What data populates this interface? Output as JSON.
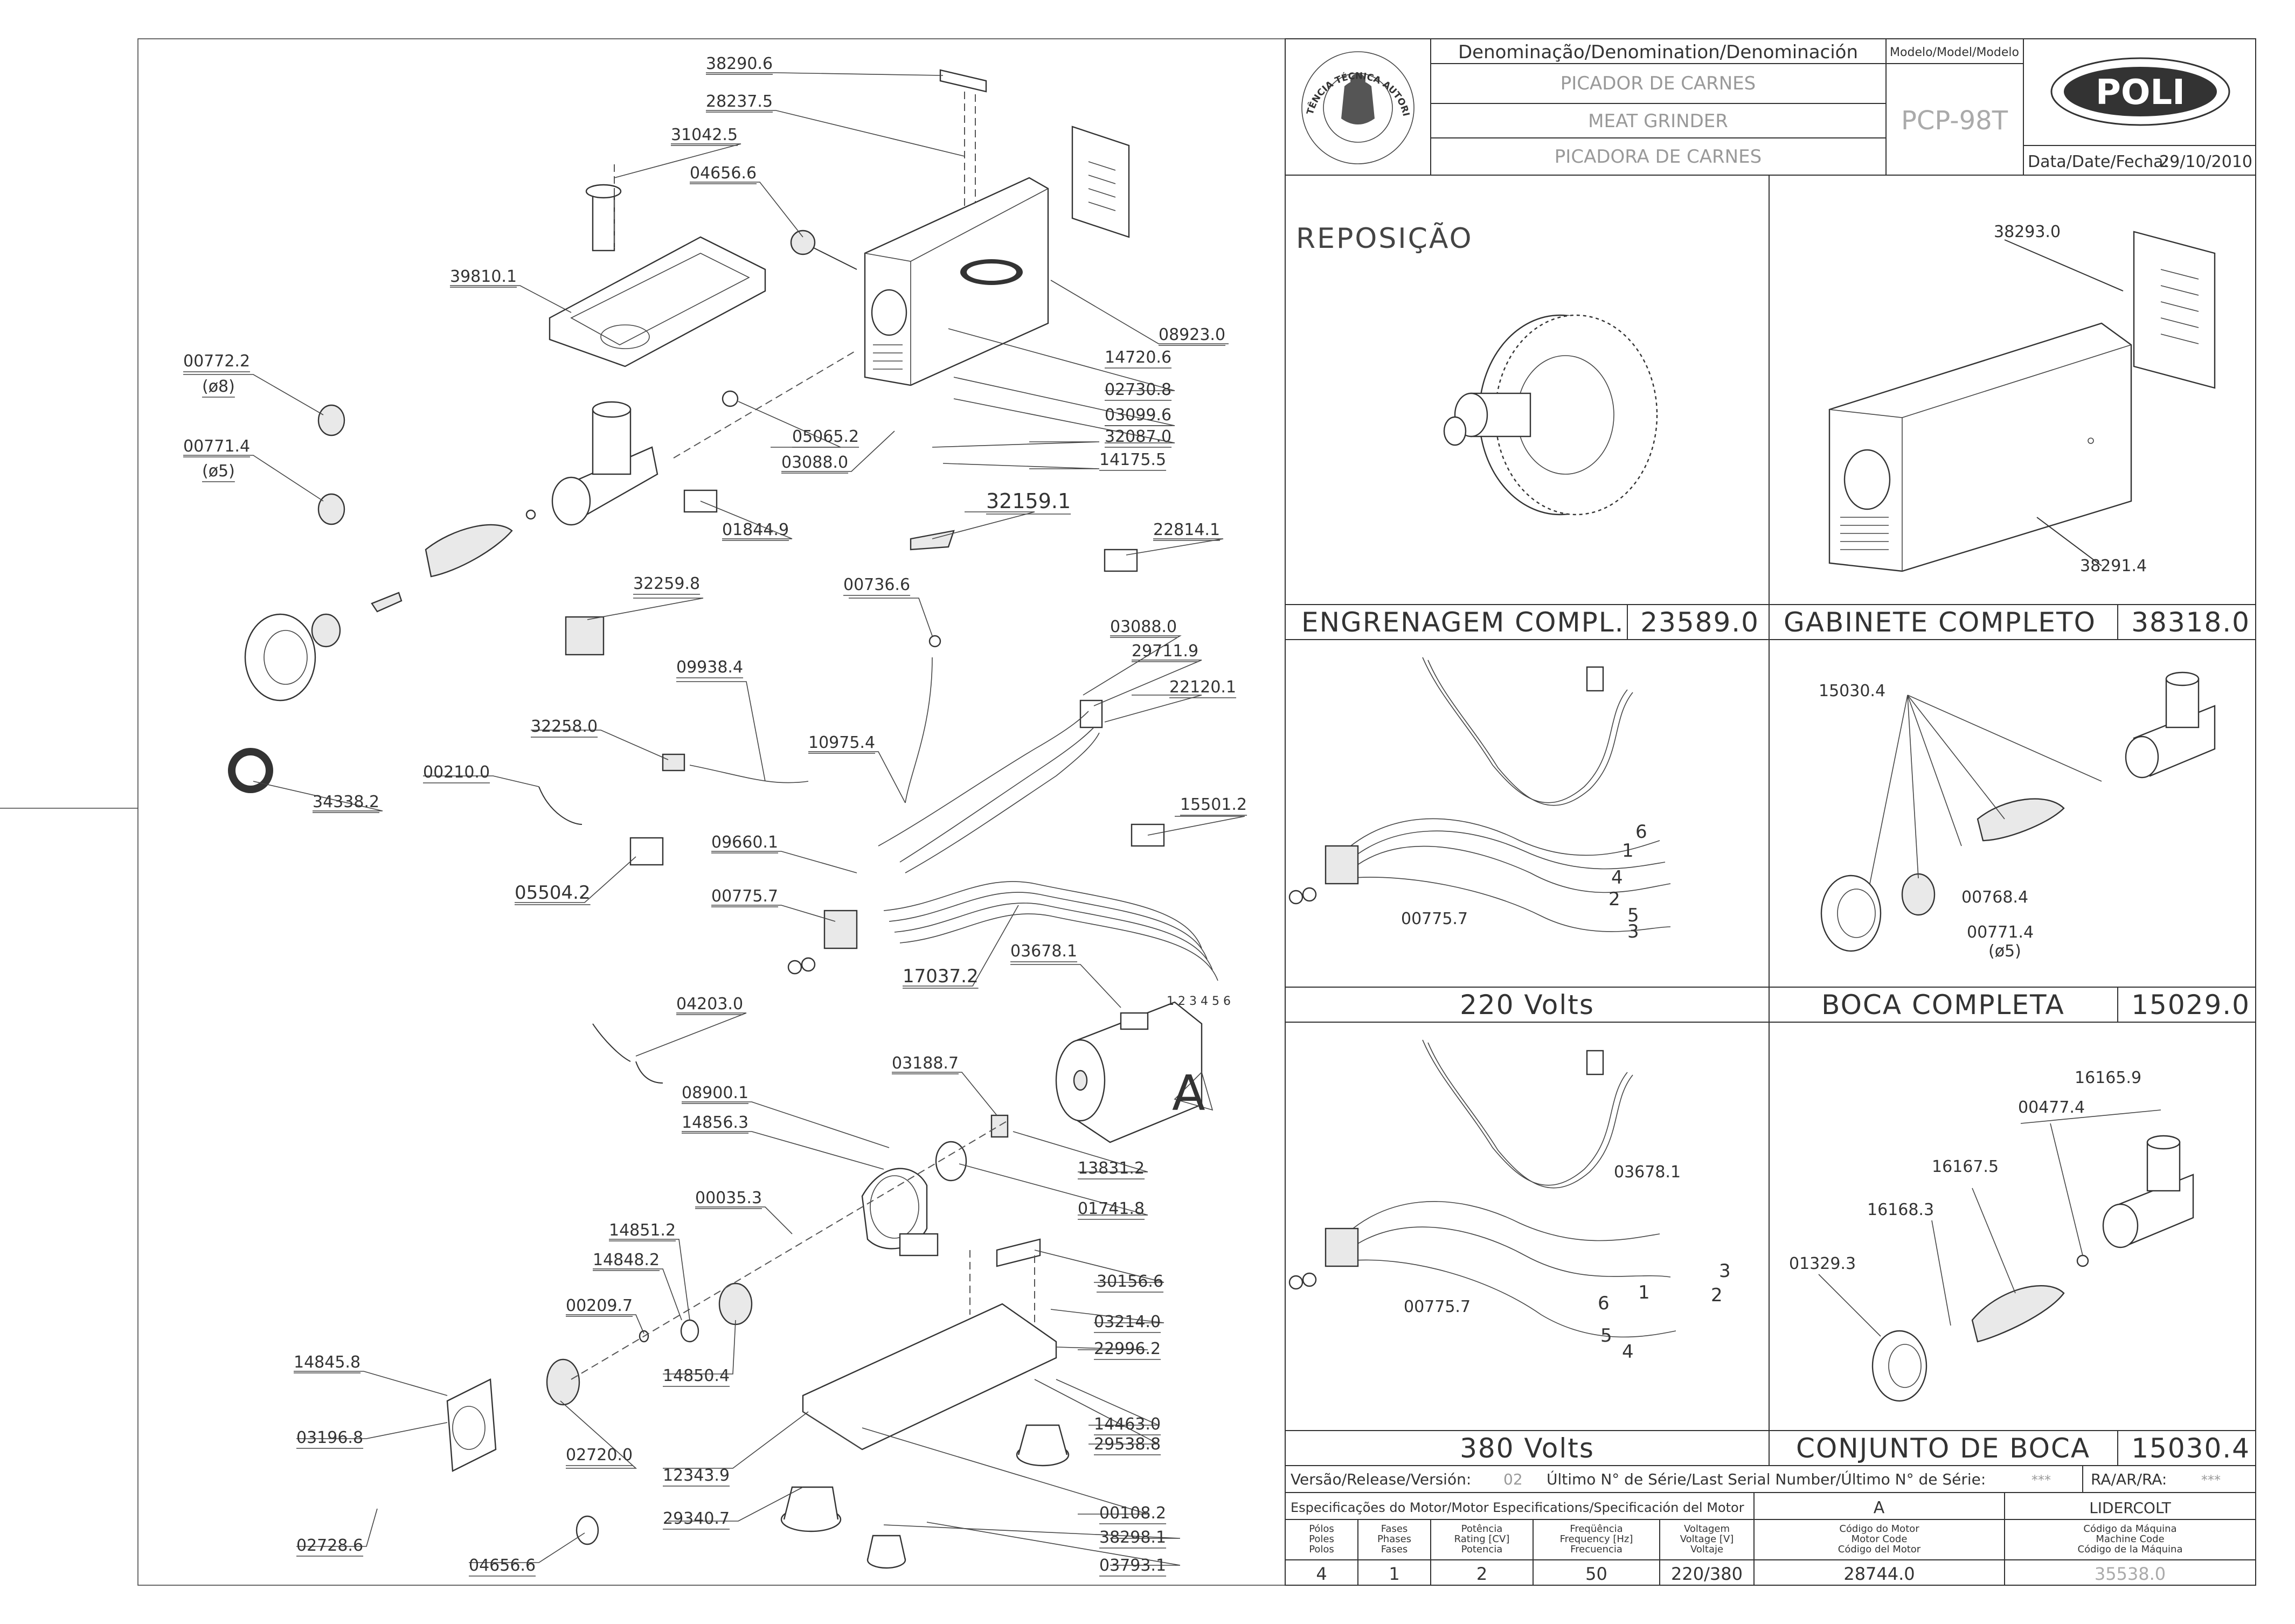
{
  "header": {
    "denomination_label": "Denominação/Denomination/Denominación",
    "name_pt": "PICADOR DE CARNES",
    "name_en": "MEAT GRINDER",
    "name_es": "PICADORA DE CARNES",
    "model_label": "Modelo/Model/Modelo",
    "model": "PCP-98T",
    "brand": "POLI",
    "date_label": "Data/Date/Fecha:",
    "date": "29/10/2010",
    "seal_text": "ASSISTÊNCIA TÉCNICA AUTORIZADA"
  },
  "reposicao_title": "REPOSIÇÃO",
  "panels": [
    {
      "title": "ENGRENAGEM COMPL.",
      "code": "23589.0"
    },
    {
      "title": "GABINETE COMPLETO",
      "code": "38318.0"
    },
    {
      "title": "220 Volts",
      "code": ""
    },
    {
      "title": "BOCA COMPLETA",
      "code": "15029.0"
    },
    {
      "title": "380 Volts",
      "code": ""
    },
    {
      "title": "CONJUNTO DE BOCA",
      "code": "15030.4"
    }
  ],
  "panel_parts": {
    "gabinete": [
      "38293.0",
      "38291.4"
    ],
    "v220": [
      "00775.7",
      "6",
      "1",
      "4",
      "2",
      "5",
      "3"
    ],
    "boca": [
      "15030.4",
      "00768.4",
      "00771.4",
      "(ø5)"
    ],
    "v380": [
      "03678.1",
      "00775.7",
      "3",
      "1",
      "2",
      "6",
      "5",
      "4"
    ],
    "conjunto": [
      "16165.9",
      "00477.4",
      "16167.5",
      "16168.3",
      "01329.3"
    ]
  },
  "main_parts": [
    "38290.6",
    "28237.5",
    "31042.5",
    "04656.6",
    "39810.1",
    "08923.0",
    "14720.6",
    "00772.2",
    "(ø8)",
    "02730.8",
    "03099.6",
    "00771.4",
    "(ø5)",
    "05065.2",
    "32087.0",
    "03088.0",
    "14175.5",
    "01844.9",
    "32159.1",
    "22814.1",
    "32259.8",
    "00736.6",
    "03088.0",
    "29711.9",
    "09938.4",
    "22120.1",
    "32258.0",
    "10975.4",
    "00210.0",
    "34338.2",
    "15501.2",
    "09660.1",
    "05504.2",
    "00775.7",
    "03678.1",
    "17037.2",
    "04203.0",
    "03188.7",
    "08900.1",
    "14856.3",
    "13831.2",
    "00035.3",
    "01741.8",
    "14851.2",
    "14848.2",
    "30156.6",
    "00209.7",
    "03214.0",
    "14850.4",
    "22996.2",
    "14845.8",
    "03196.8",
    "02720.0",
    "14463.0",
    "12343.9",
    "29538.8",
    "00108.2",
    "29340.7",
    "38298.1",
    "02728.6",
    "04656.6",
    "03793.1"
  ],
  "motor_callout": "A",
  "motor_wire_numbers": "1 2 3 4 5 6",
  "footer": {
    "version_label": "Versão/Release/Versión:",
    "version": "02",
    "serial_label": "Último N° de Série/Last Serial Number/Último N° de Série:",
    "serial": "***",
    "ra_label": "RA/AR/RA:",
    "ra": "***",
    "motor_spec_label": "Especificações do Motor/Motor Especifications/Specificación del Motor",
    "col_a": "A",
    "col_brand": "LIDERCOLT",
    "columns": [
      {
        "label": "Pólos\nPoles\nPolos",
        "value": "4"
      },
      {
        "label": "Fases\nPhases\nFases",
        "value": "1"
      },
      {
        "label": "Potência\nRating [CV]\nPotencia",
        "value": "2"
      },
      {
        "label": "Freqüência\nFrequency [Hz]\nFrecuencia",
        "value": "50"
      },
      {
        "label": "Voltagem\nVoltage [V]\nVoltaje",
        "value": "220/380"
      },
      {
        "label": "Código do Motor\nMotor Code\nCódigo del Motor",
        "value": "28744.0"
      },
      {
        "label": "Código da Máquina\nMachine Code\nCódigo de la Máquina",
        "value": "35538.0"
      }
    ]
  }
}
